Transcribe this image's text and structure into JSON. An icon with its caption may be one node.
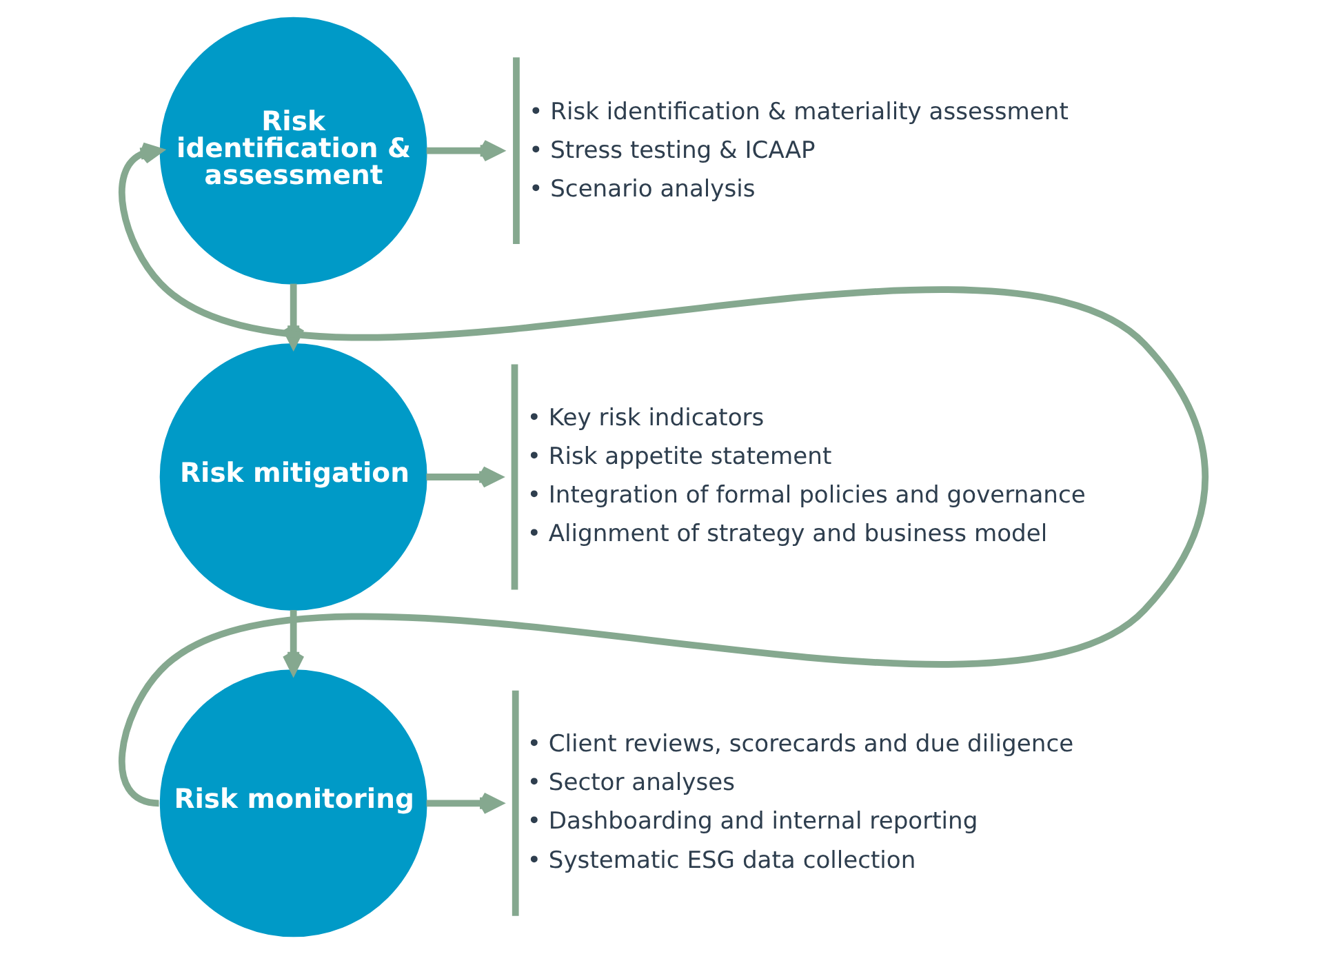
{
  "diagram": {
    "nodes": [
      {
        "text": [
          "Risk identification & assessment"
        ]
      },
      {
        "text": [
          "Risk mitigation"
        ]
      },
      {
        "text": [
          "Risk monitoring"
        ]
      },
      {
        "text": [
          "• Risk identification & materiality assessment",
          "• Stress testing & ICAAP",
          "• Scenario analysis"
        ]
      },
      {
        "text": [
          "• Key risk indicators",
          "• Risk appetite statement",
          "• Integration of formal policies and governance",
          "• Alignment of strategy and business model"
        ]
      },
      {
        "text": [
          "• Client reviews, scorecards and due diligence",
          "• Sector analyses",
          "• Dashboarding and internal reporting",
          "• Systematic ESG data collection"
        ]
      }
    ],
    "edges": [
      {
        "from": 0,
        "to": 1,
        "arrow": "to"
      },
      {
        "from": 1,
        "to": 2,
        "arrow": "to"
      },
      {
        "from": 2,
        "to": 0,
        "arrow": "to"
      },
      {
        "from": 0,
        "to": 3,
        "arrow": "to"
      },
      {
        "from": 1,
        "to": 4,
        "arrow": "to"
      },
      {
        "from": 2,
        "to": 5,
        "arrow": "to"
      }
    ]
  }
}
